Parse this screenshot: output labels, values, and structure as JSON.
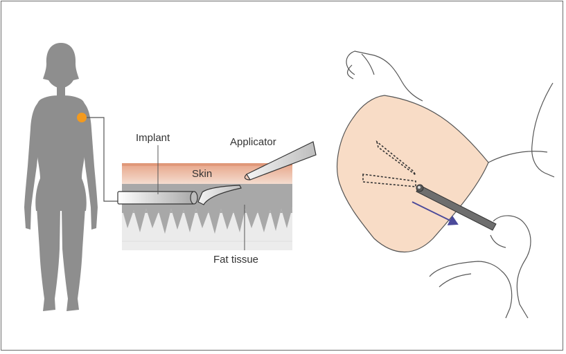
{
  "labels": {
    "implant": "Implant",
    "applicator": "Applicator",
    "skin": "Skin",
    "fat_tissue": "Fat tissue"
  },
  "colors": {
    "silhouette": "#8e8e8e",
    "marker": "#f39a1e",
    "skin_band_top": "#e7a487",
    "skin_band_bottom": "#f4dccf",
    "fat_tissue": "#a8a8a8",
    "arm_skin": "#f8dcc6",
    "arrow": "#4b4a9a"
  }
}
